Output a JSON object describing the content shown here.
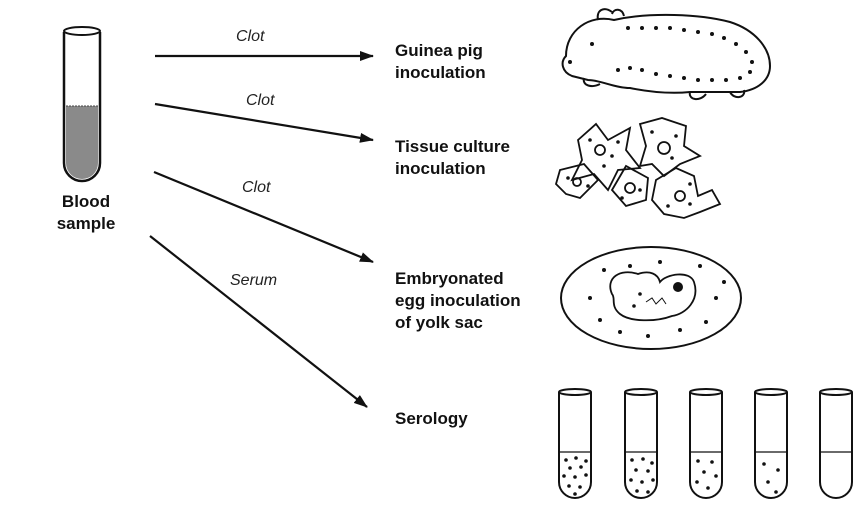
{
  "source": {
    "label_line1": "Blood",
    "label_line2": "sample"
  },
  "paths": [
    {
      "arrow_label": "Clot",
      "dest_line1": "Guinea pig",
      "dest_line2": "inoculation",
      "dest_line3": ""
    },
    {
      "arrow_label": "Clot",
      "dest_line1": "Tissue culture",
      "dest_line2": "inoculation",
      "dest_line3": ""
    },
    {
      "arrow_label": "Clot",
      "dest_line1": "Embryonated",
      "dest_line2": "egg inoculation",
      "dest_line3": "of yolk sac"
    },
    {
      "arrow_label": "Serum",
      "dest_line1": "Serology",
      "dest_line2": "",
      "dest_line3": ""
    }
  ],
  "icons": {
    "source": "blood-sample-tube-icon",
    "guinea_pig": "guinea-pig-icon",
    "tissue_culture": "tissue-culture-cells-icon",
    "egg": "embryonated-egg-icon",
    "serology": "serology-tubes-icon"
  },
  "colors": {
    "ink": "#111111",
    "blood_fill": "#8a8a8a",
    "background": "#ffffff"
  }
}
